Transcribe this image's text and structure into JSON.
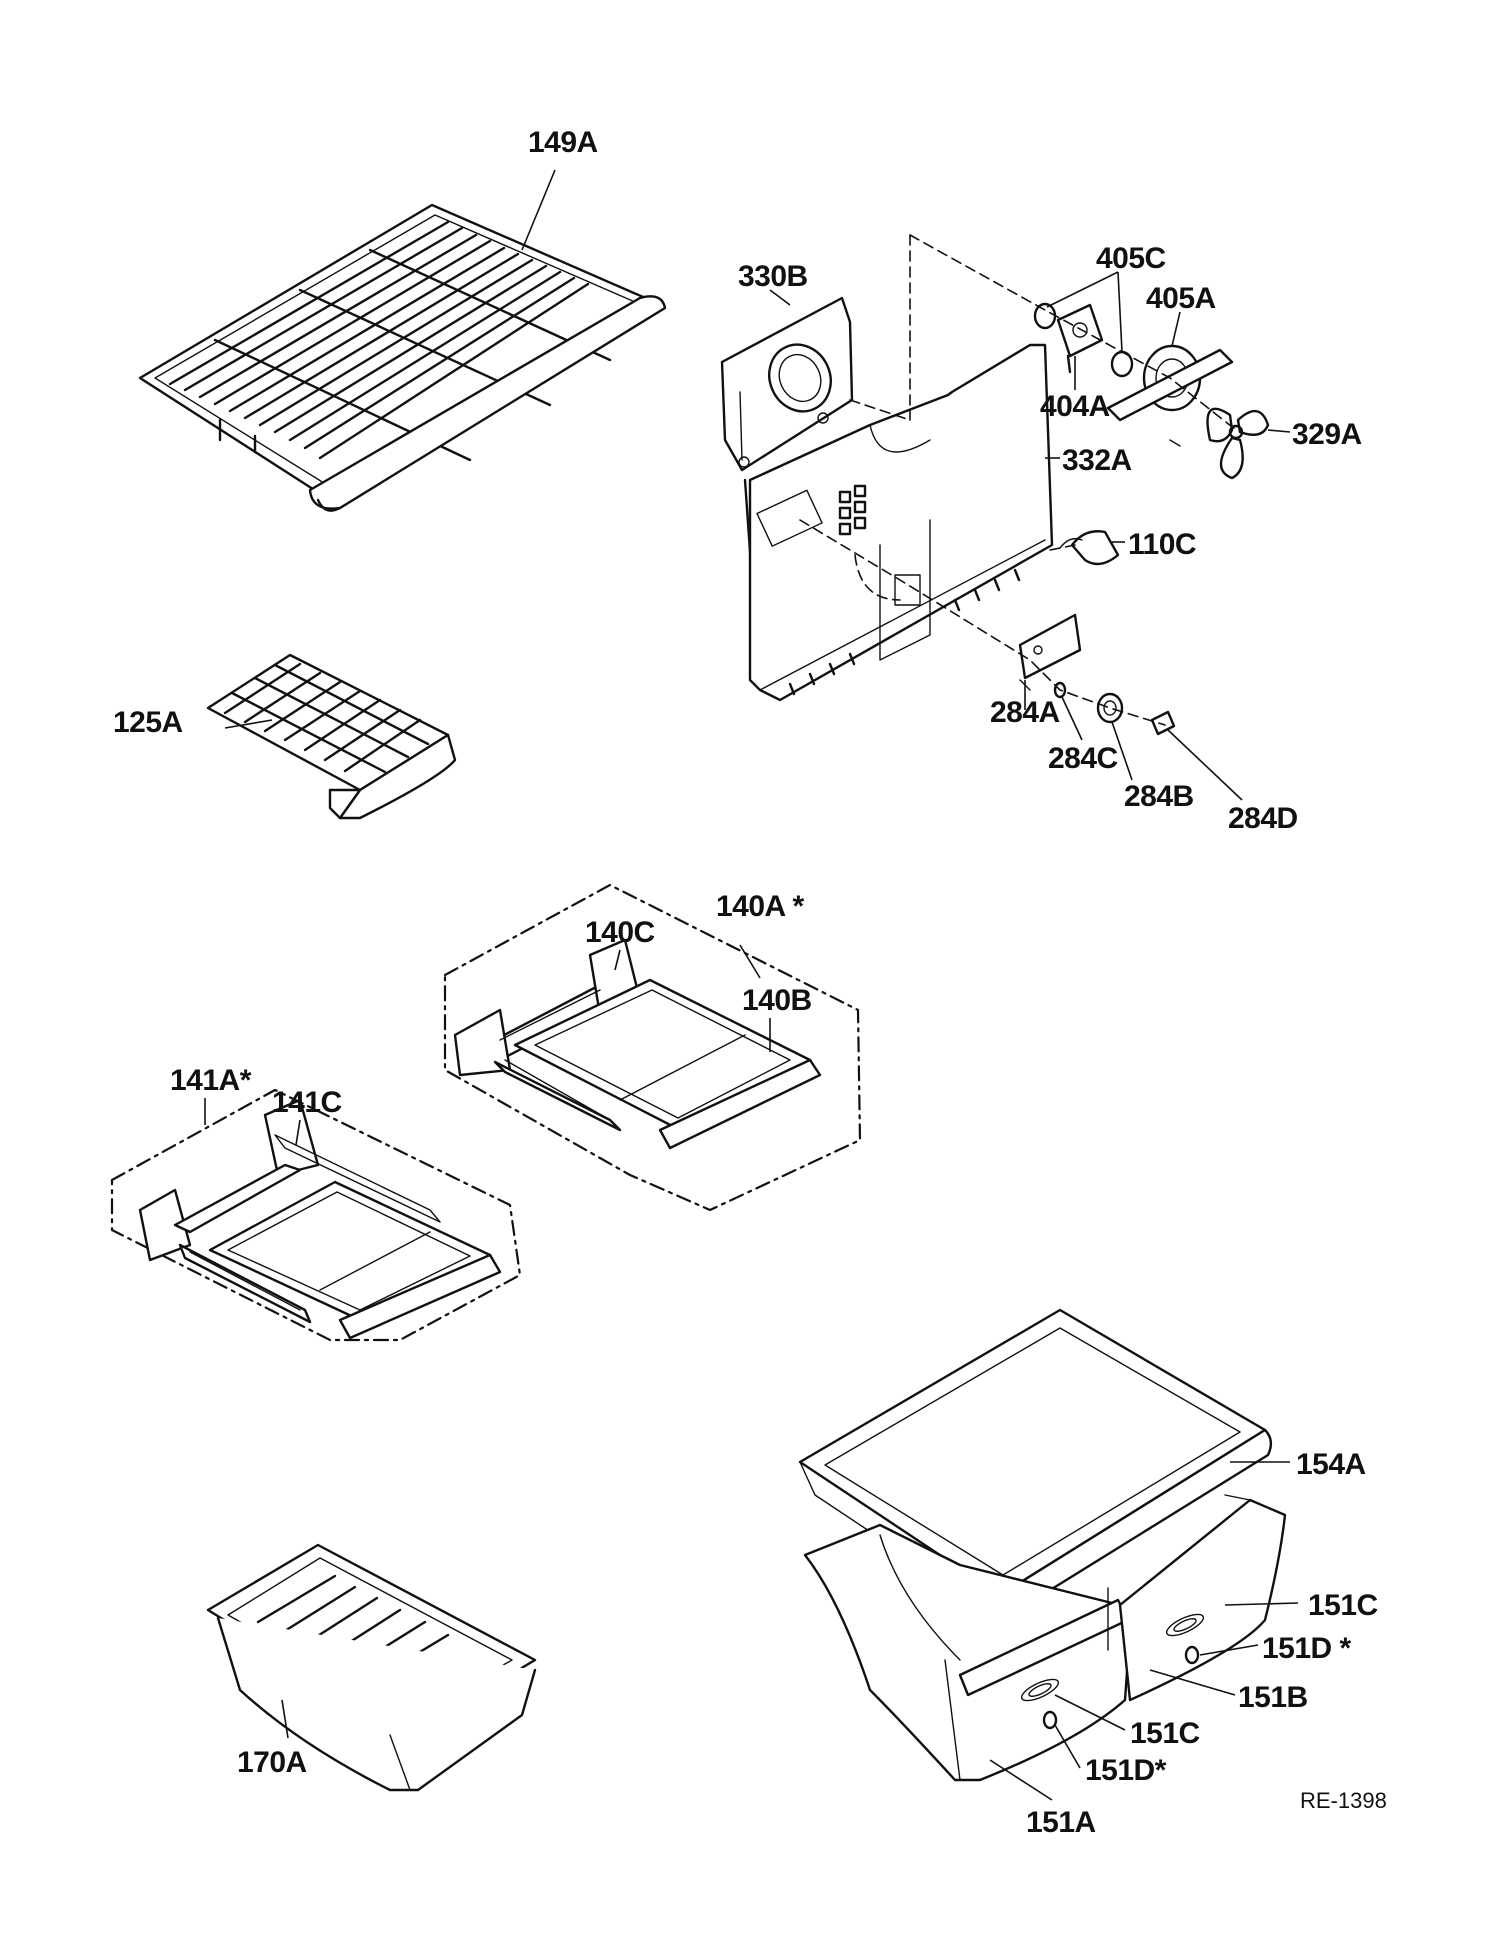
{
  "reference": "RE-1398",
  "labels": {
    "149A": "149A",
    "330B": "330B",
    "405C": "405C",
    "405A": "405A",
    "404A": "404A",
    "329A": "329A",
    "332A": "332A",
    "110C": "110C",
    "125A": "125A",
    "284A": "284A",
    "284C": "284C",
    "284B": "284B",
    "284D": "284D",
    "140C": "140C",
    "140A": "140A *",
    "140B": "140B",
    "141A": "141A*",
    "141C": "141C",
    "154A": "154A",
    "151C_1": "151C",
    "151D_1": "151D *",
    "151B": "151B",
    "151C_2": "151C",
    "151D_2": "151D*",
    "151A": "151A",
    "170A": "170A"
  }
}
